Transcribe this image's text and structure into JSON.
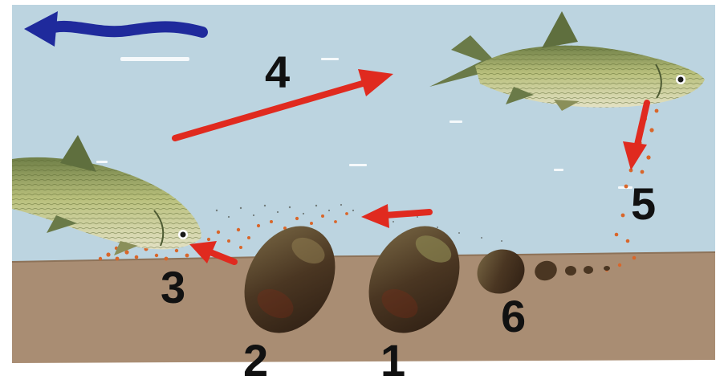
{
  "diagram": {
    "step_labels": {
      "one": "1",
      "two": "2",
      "three": "3",
      "four": "4",
      "five": "5",
      "six": "6"
    },
    "colors": {
      "water": "#bcd4e0",
      "riverbed": "#a98d73",
      "arrow_red": "#e02a1f",
      "current_arrow_blue": "#1f2a9c",
      "fish_body": "#b9c07c",
      "egg_orange": "#d9662a",
      "pebble_dark": "#4a3622",
      "label_text": "#111111"
    },
    "icons": [
      "current-arrow-icon",
      "fish-icon",
      "egg-icon",
      "pebble-icon",
      "arrow-icon"
    ]
  }
}
